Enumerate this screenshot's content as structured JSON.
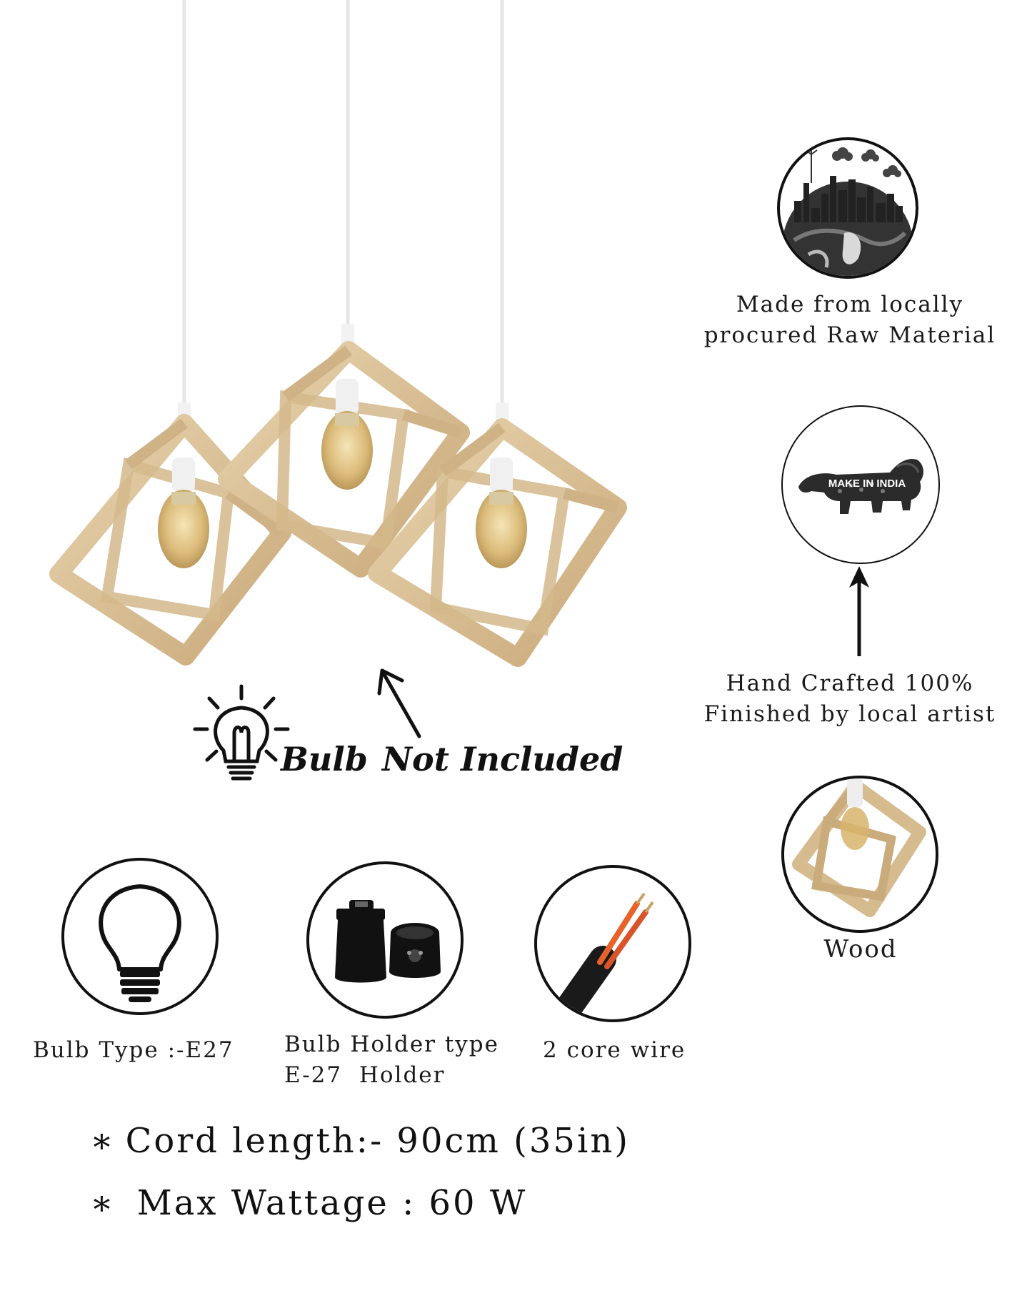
{
  "badges": {
    "local_material": {
      "line1": "Made from locally",
      "line2": "procured Raw Material",
      "icon": "earth-city-icon"
    },
    "make_in_india": {
      "logo_text": "MAKE IN INDIA",
      "icon": "lion-icon"
    },
    "hand_crafted": {
      "line1": "Hand Crafted 100%",
      "line2": "Finished by local artist"
    },
    "wood": {
      "label": "Wood",
      "icon": "wooden-cube-icon"
    }
  },
  "bulb_notice": {
    "word1": "Bulb",
    "word2": "Not Included",
    "icon": "bulb-rays-icon"
  },
  "specs": {
    "bulb_type": {
      "label": "Bulb Type :-E27",
      "icon": "bulb-icon"
    },
    "bulb_holder": {
      "line1": "Bulb Holder type",
      "line2": "E-27  Holder",
      "icon": "holder-icon"
    },
    "wire": {
      "label": "2 core wire",
      "icon": "wire-icon"
    }
  },
  "details": {
    "cord_length": "Cord length:- 90cm (35in)",
    "max_wattage": "Max Wattage : 60 W",
    "bullet": "∗"
  },
  "colors": {
    "wood": "#dcc39a",
    "wood_dark": "#b89a6a",
    "ink": "#111111",
    "wire_orange": "#e8622a"
  }
}
